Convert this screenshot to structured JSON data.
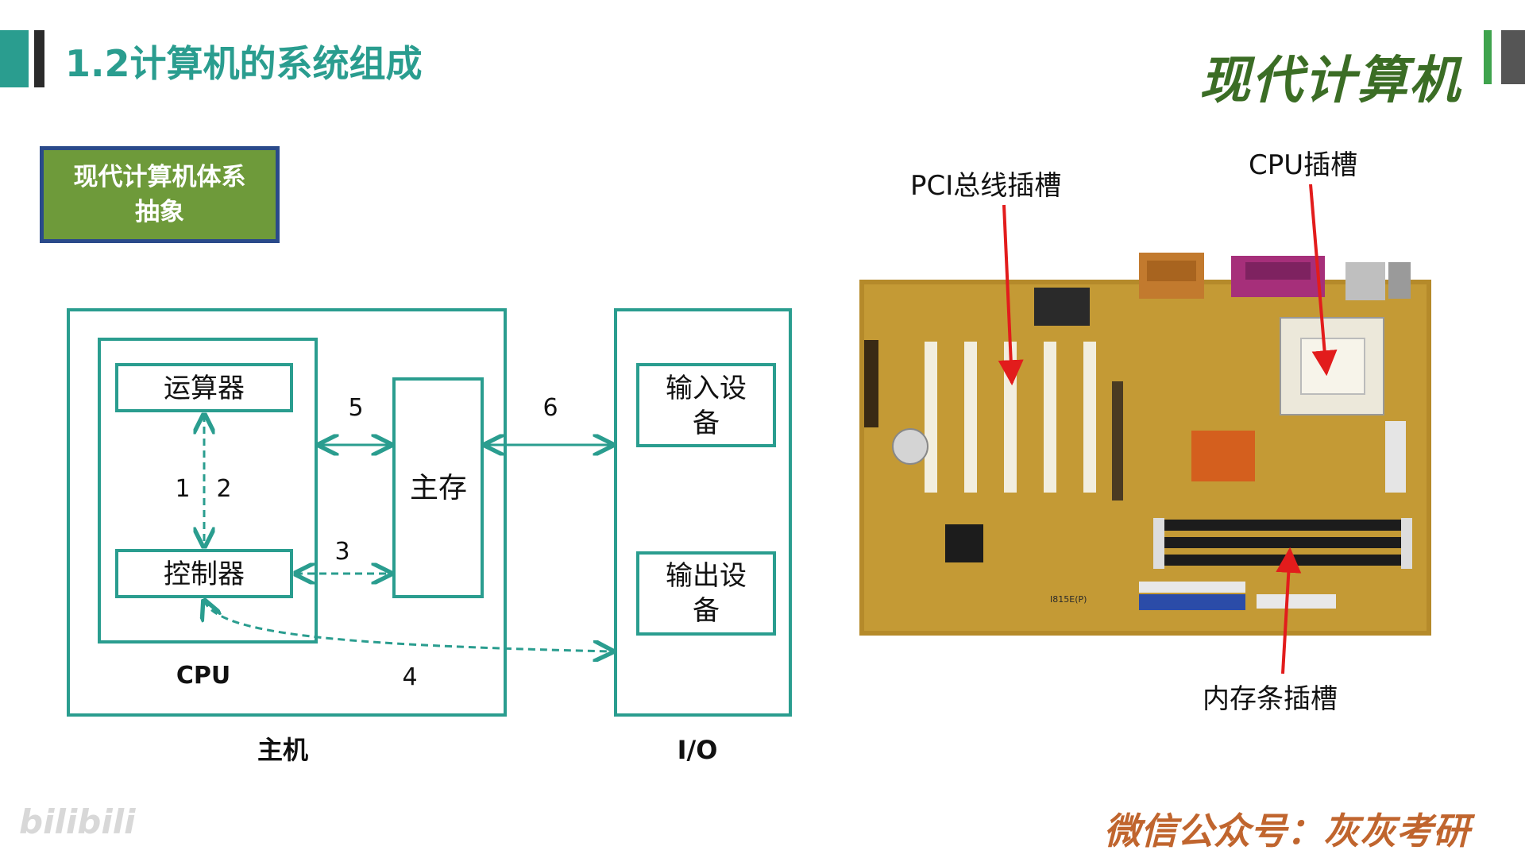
{
  "header": {
    "title": "1.2计算机的系统组成",
    "brand_logo": "现代计算机",
    "colors": {
      "accent": "#2a9d8f",
      "dark": "#2b2b2b"
    }
  },
  "abstraction_box": {
    "label": "现代计算机体系抽象"
  },
  "diagram": {
    "host_label": "主机",
    "io_label": "I/O",
    "cpu_label": "CPU",
    "alu": "运算器",
    "controller": "控制器",
    "memory": "主存",
    "input_device": "输入设备",
    "output_device": "输出设备",
    "connections": {
      "c1": "1",
      "c2": "2",
      "c3": "3",
      "c4": "4",
      "c5": "5",
      "c6": "6"
    },
    "line_color": "#2a9d8f"
  },
  "motherboard": {
    "callout_pci": "PCI总线插槽",
    "callout_cpu": "CPU插槽",
    "callout_memory": "内存条插槽",
    "chip_label": "I815E(P)"
  },
  "watermarks": {
    "left": "bilibili",
    "right": "微信公众号：灰灰考研"
  }
}
